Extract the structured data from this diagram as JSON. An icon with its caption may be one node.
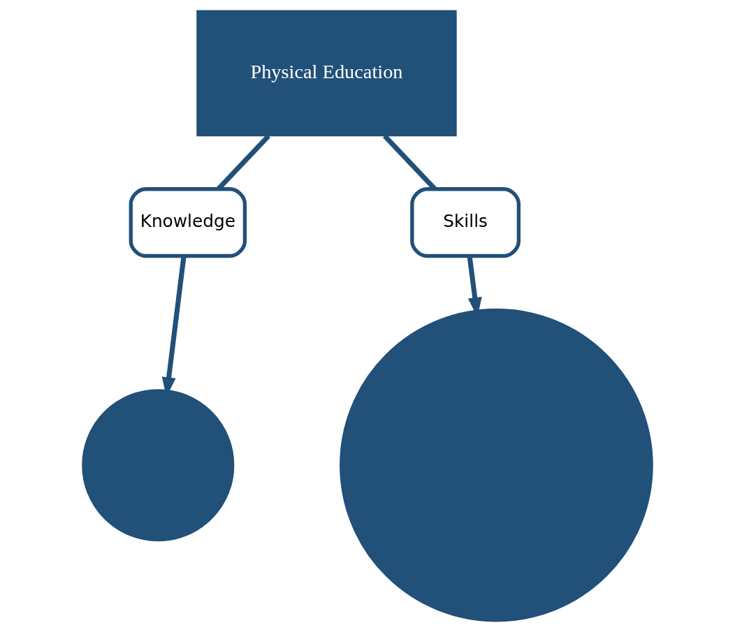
{
  "diagram": {
    "nodes": [
      {
        "text": [
          "Physical Education"
        ]
      },
      {
        "text": [
          "Knowledge"
        ]
      },
      {
        "text": [
          "Skills"
        ]
      },
      {
        "text": [],
        "shape": "circle"
      },
      {
        "text": [],
        "shape": "circle"
      }
    ],
    "edges": [
      {
        "from": 0,
        "to": 1,
        "arrow": "none"
      },
      {
        "from": 0,
        "to": 2,
        "arrow": "none"
      },
      {
        "from": 1,
        "to": 3,
        "arrow": "to"
      },
      {
        "from": 2,
        "to": 4,
        "arrow": "to"
      }
    ]
  }
}
